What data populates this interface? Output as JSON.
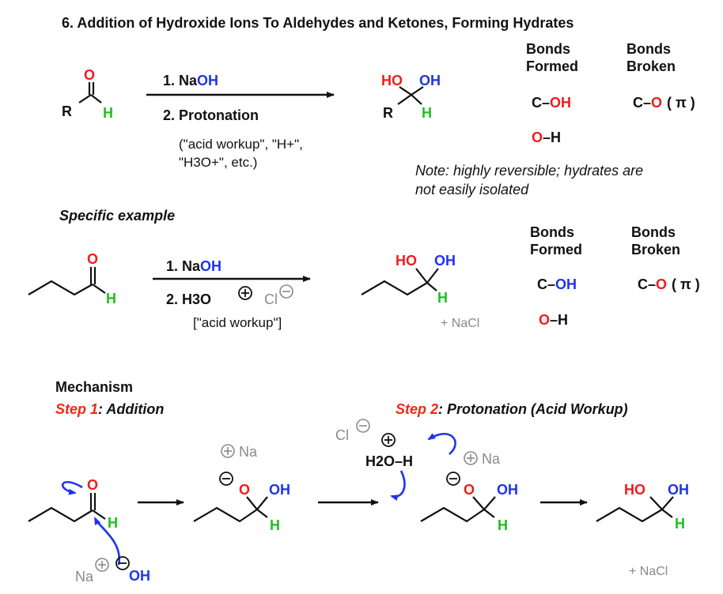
{
  "title": "6. Addition of Hydroxide Ions To Aldehydes and Ketones, Forming Hydrates",
  "colors": {
    "oxygen": "#ee1c1c",
    "hydrogen": "#1fbf1f",
    "hydroxide": "#1f33ee",
    "step": "#ee2b14",
    "gray": "#8a8a8a",
    "black": "#111111"
  },
  "atoms": {
    "O": "O",
    "H": "H",
    "R": "R",
    "OH": "OH",
    "HO": "HO",
    "Cl": "Cl",
    "Na": "Na"
  },
  "general": {
    "reagent1_prefix": "1. Na",
    "reagent1_suffix": "OH",
    "reagent2": "2. Protonation",
    "workup_line1": "(\"acid workup\", \"H+\",",
    "workup_line2": "\"H3O+\", etc.)",
    "note_line1": "Note: highly reversible; hydrates are",
    "note_line2": "not easily isolated"
  },
  "bonds_table": {
    "formed_1": "Bonds",
    "formed_2": "Formed",
    "broken_1": "Bonds",
    "broken_2": "Broken",
    "c": "C",
    "dash": "–",
    "oh": "OH",
    "o": "O",
    "h": "H",
    "pi": "( π )"
  },
  "specific": {
    "heading": "Specific example",
    "reagent1_prefix": "1. Na",
    "reagent1_suffix": "OH",
    "reagent2": "2. H3O",
    "workup": "[\"acid workup\"]",
    "byproduct": "+ NaCl"
  },
  "mechanism": {
    "heading": "Mechanism",
    "step1_label": "Step 1",
    "step1_rest": ": Addition",
    "step2_label": "Step 2",
    "step2_rest": ": Protonation (Acid Workup)",
    "hydronium": "H2O–H",
    "byproduct": "+ NaCl"
  }
}
